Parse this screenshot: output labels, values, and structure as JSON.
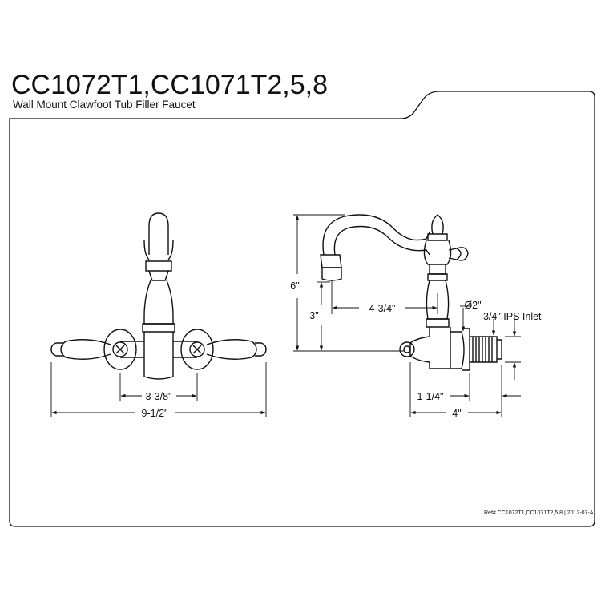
{
  "header": {
    "model_numbers": "CC1072T1,CC1071T2,5,8",
    "product_name": "Wall Mount Clawfoot Tub Filler Faucet"
  },
  "front_view": {
    "center_spacing": "3-3/8\"",
    "overall_width": "9-1/2\""
  },
  "side_view": {
    "total_height": "6\"",
    "spout_height": "3\"",
    "spout_reach": "4-3/4\"",
    "flange_diameter": "Ø2\"",
    "inlet": "3/4\" IPS Inlet",
    "inlet_projection": "1-1/4\"",
    "overall_depth": "4\""
  },
  "footer": {
    "reference": "Ref# CC1072T1,CC1071T2,5,8 | 2012-07-A"
  }
}
